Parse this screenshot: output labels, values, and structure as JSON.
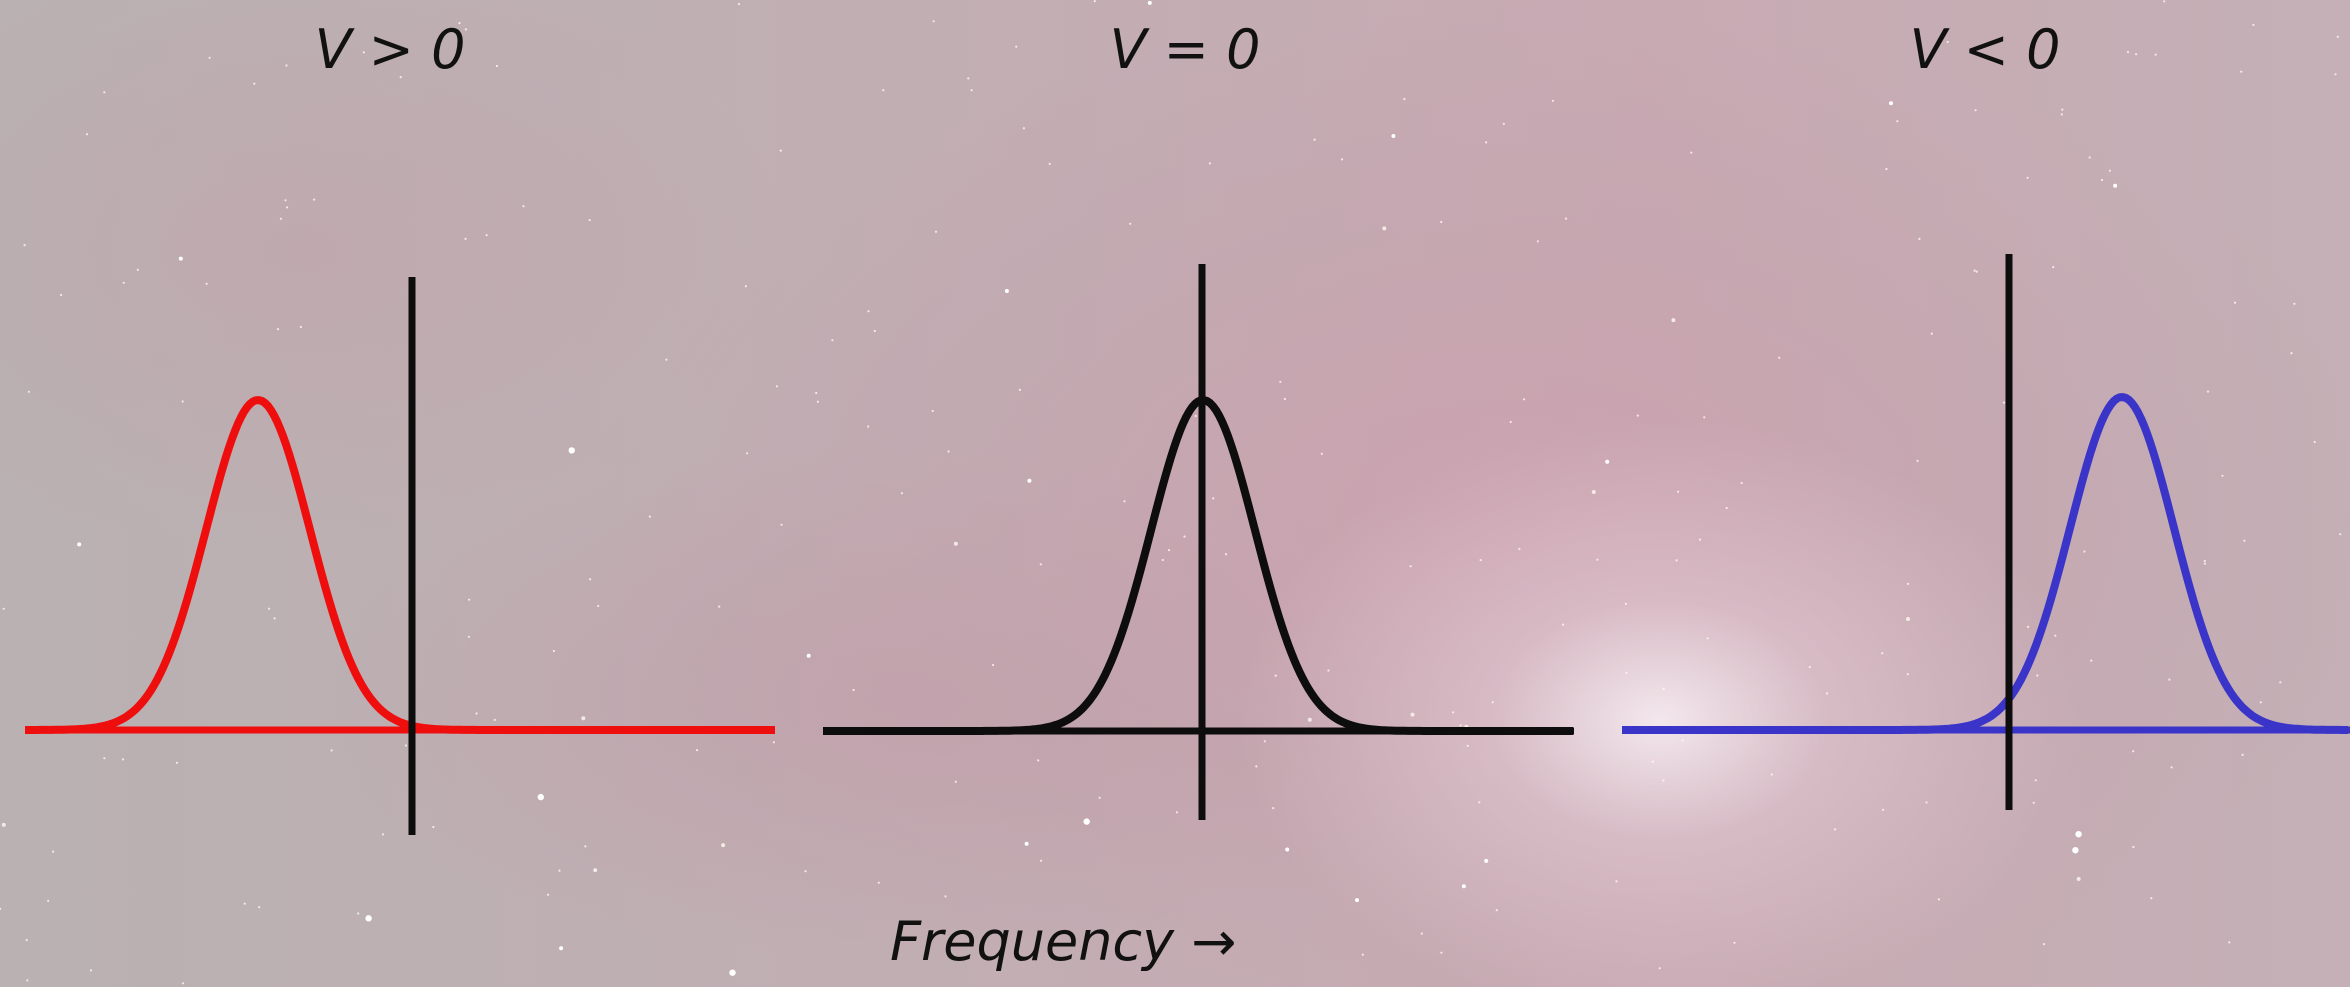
{
  "panels": [
    {
      "label": "V > 0",
      "line_color": "#ee0e0e",
      "shift": "lower-frequency"
    },
    {
      "label": "V = 0",
      "line_color": "#0d0d0d",
      "shift": "none"
    },
    {
      "label": "V < 0",
      "line_color": "#3a35c8",
      "shift": "higher-frequency"
    }
  ],
  "axis_label": "Frequency →",
  "colors": {
    "rest_marker": "#0d0d0d",
    "text": "#111111"
  }
}
